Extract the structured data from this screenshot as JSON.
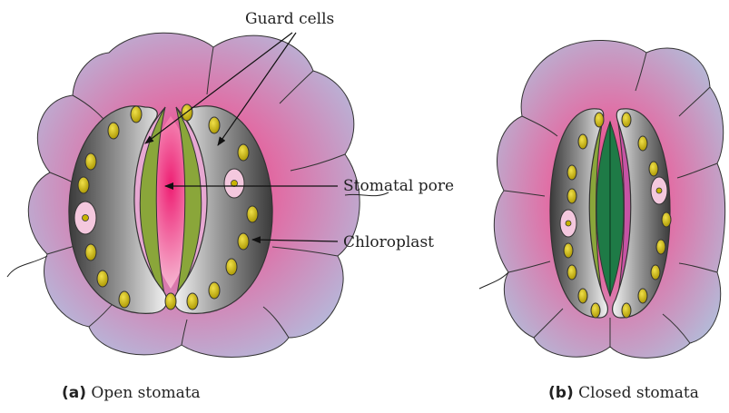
{
  "labels": {
    "guard_cells": "Guard cells",
    "stomatal_pore": "Stomatal pore",
    "chloroplast": "Chloroplast"
  },
  "captions": {
    "open": {
      "letter": "(a)",
      "text": "Open stomata"
    },
    "closed": {
      "letter": "(b)",
      "text": "Closed stomata"
    }
  },
  "colors": {
    "epidermal_pink": "#e05a90",
    "epidermal_edge_blue": "#b9b6d8",
    "guard_cell_grey": "#555555",
    "chloroplast_olive": "#c8b400",
    "inner_wall_green": "#8aa63a",
    "pore_magenta": "#ee1f73",
    "closed_pore_green": "#1e7a46"
  }
}
